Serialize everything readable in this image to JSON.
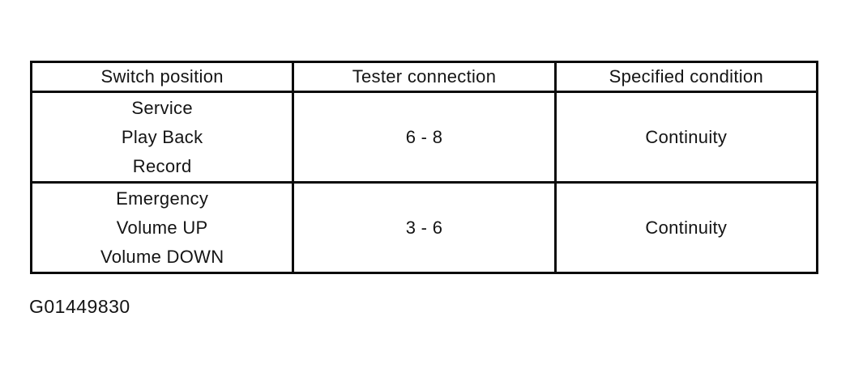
{
  "table": {
    "headers": {
      "switch_position": "Switch position",
      "tester_connection": "Tester connection",
      "specified_condition": "Specified condition"
    },
    "rows": [
      {
        "switch_position_lines": [
          "Service",
          "Play Back",
          "Record"
        ],
        "tester_connection": "6 - 8",
        "specified_condition": "Continuity"
      },
      {
        "switch_position_lines": [
          "Emergency",
          "Volume UP",
          "Volume DOWN"
        ],
        "tester_connection": "3 - 6",
        "specified_condition": "Continuity"
      }
    ]
  },
  "caption": "G01449830",
  "colors": {
    "border": "#0a0a0a",
    "text": "#141414",
    "background": "#ffffff"
  }
}
